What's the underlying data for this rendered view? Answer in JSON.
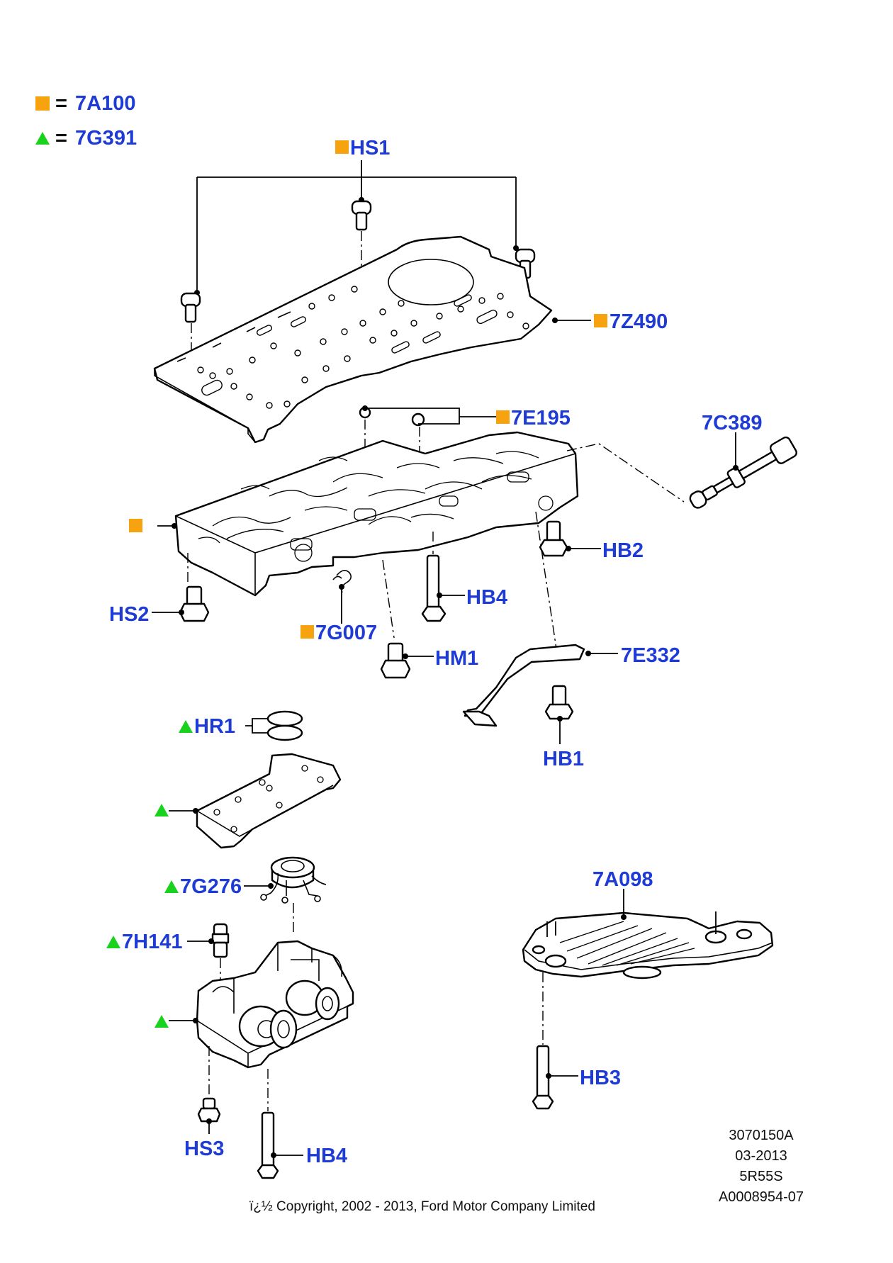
{
  "legend": [
    {
      "symbol": "square",
      "label": "7A100"
    },
    {
      "symbol": "triangle",
      "label": "7G391"
    }
  ],
  "colors": {
    "square": "#f7a20f",
    "triangle": "#19d21d",
    "callout_text": "#1f3bd6"
  },
  "callouts": {
    "HS1": "HS1",
    "7Z490": "7Z490",
    "7E195": "7E195",
    "7C389": "7C389",
    "HB2": "HB2",
    "HB4_upper": "HB4",
    "HS2": "HS2",
    "7G007": "7G007",
    "HM1": "HM1",
    "7E332": "7E332",
    "HB1": "HB1",
    "HR1": "HR1",
    "7G276": "7G276",
    "7H141": "7H141",
    "7A098": "7A098",
    "HB3": "HB3",
    "HS3": "HS3",
    "HB4_lower": "HB4"
  },
  "meta_block": [
    "3070150A",
    "03-2013",
    "5R55S",
    "A0008954-07"
  ],
  "copyright": "ï¿½ Copyright, 2002 - 2013, Ford Motor Company Limited"
}
